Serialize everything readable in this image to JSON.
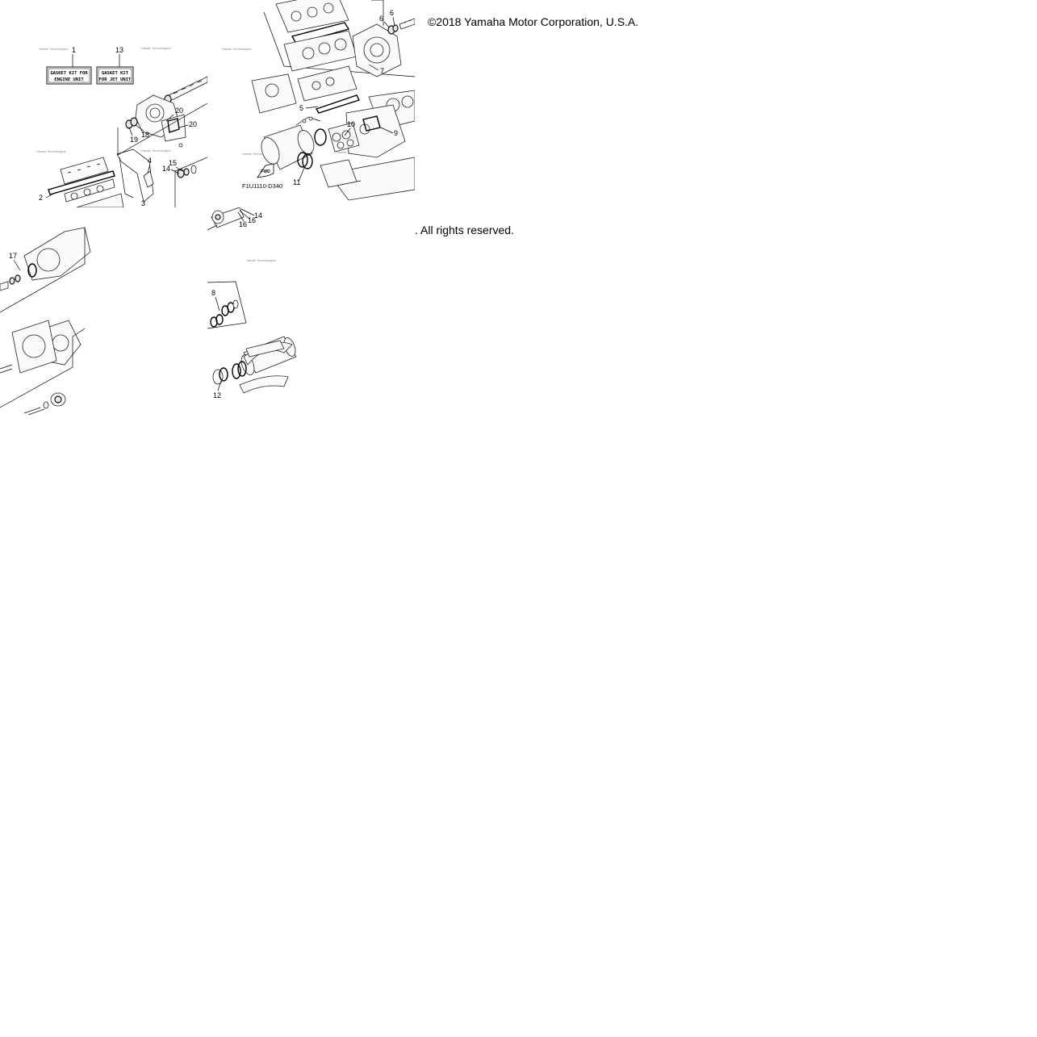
{
  "copyright": {
    "line1": "©2018 Yamaha Motor Corporation, U.S.A.",
    "line2": ". All rights reserved."
  },
  "diagram": {
    "part_code": "F1U1110-D340",
    "fwd_label": "FWD",
    "kit_engine": {
      "line1": "GASKET KIT FOR",
      "line2": "ENGINE UNIT"
    },
    "kit_jet": {
      "line1": "GASKET KIT",
      "line2": "FOR JET UNIT"
    },
    "callouts": {
      "c1": "1",
      "c2": "2",
      "c3": "3",
      "c4": "4",
      "c5": "5",
      "c6a": "6",
      "c6b": "6",
      "c7": "7",
      "c8": "8",
      "c9": "9",
      "c10": "10",
      "c11": "11",
      "c12": "12",
      "c13": "13",
      "c14a": "14",
      "c14b": "14",
      "c15": "15",
      "c16a": "16",
      "c16b": "16",
      "c17": "17",
      "c18": "18",
      "c19": "19",
      "c20a": "20",
      "c20b": "20"
    }
  }
}
